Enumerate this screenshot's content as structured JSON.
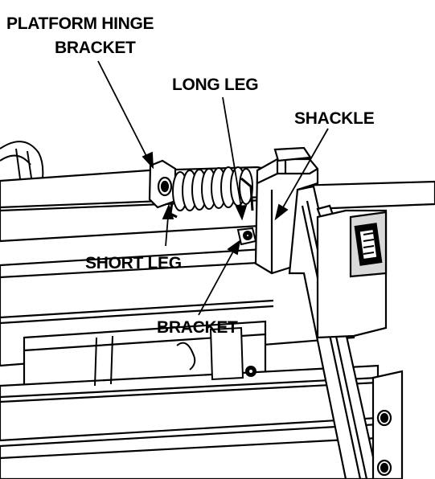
{
  "labels": {
    "platform_hinge_line1": "PLATFORM HINGE",
    "platform_hinge_line2": "BRACKET",
    "long_leg": "LONG LEG",
    "shackle": "SHACKLE",
    "short_leg": "SHORT LEG",
    "bracket": "BRACKET"
  },
  "colors": {
    "line": "#000000",
    "paper": "#ffffff",
    "shade": "#d9d9d9"
  },
  "icons": {
    "spring": "torsion-spring-icon",
    "arrow": "leader-arrow-icon"
  }
}
